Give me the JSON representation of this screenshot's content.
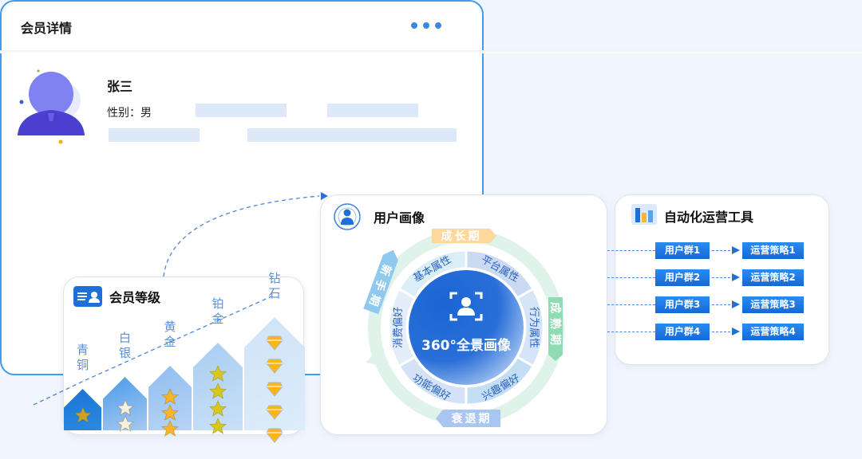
{
  "member_detail": {
    "title": "会员详情",
    "name": "张三",
    "gender_label": "性别：男"
  },
  "user_portrait": {
    "title": "用户画像",
    "center_label": "360°全景画像",
    "segments": [
      "平台属性",
      "行为属性",
      "兴趣偏好",
      "功能偏好",
      "消费偏好",
      "基本属性"
    ],
    "stages": {
      "growth": "成长期",
      "mature": "成熟期",
      "decline": "衰退期",
      "novice": "新手期"
    }
  },
  "automation": {
    "title": "自动化运营工具",
    "rows": [
      {
        "group": "用户群1",
        "strategy": "运营策略1"
      },
      {
        "group": "用户群2",
        "strategy": "运营策略2"
      },
      {
        "group": "用户群3",
        "strategy": "运营策略3"
      },
      {
        "group": "用户群4",
        "strategy": "运营策略4"
      }
    ]
  },
  "member_level": {
    "title": "会员等级",
    "levels": [
      {
        "name": "青铜",
        "l1": "青",
        "l2": "铜",
        "count": 1,
        "icon": "star"
      },
      {
        "name": "白银",
        "l1": "白",
        "l2": "银",
        "count": 2,
        "icon": "star"
      },
      {
        "name": "黄金",
        "l1": "黄",
        "l2": "金",
        "count": 3,
        "icon": "star"
      },
      {
        "name": "铂金",
        "l1": "铂",
        "l2": "金",
        "count": 4,
        "icon": "star"
      },
      {
        "name": "钻石",
        "l1": "钻",
        "l2": "石",
        "count": 5,
        "icon": "diamond"
      }
    ]
  }
}
